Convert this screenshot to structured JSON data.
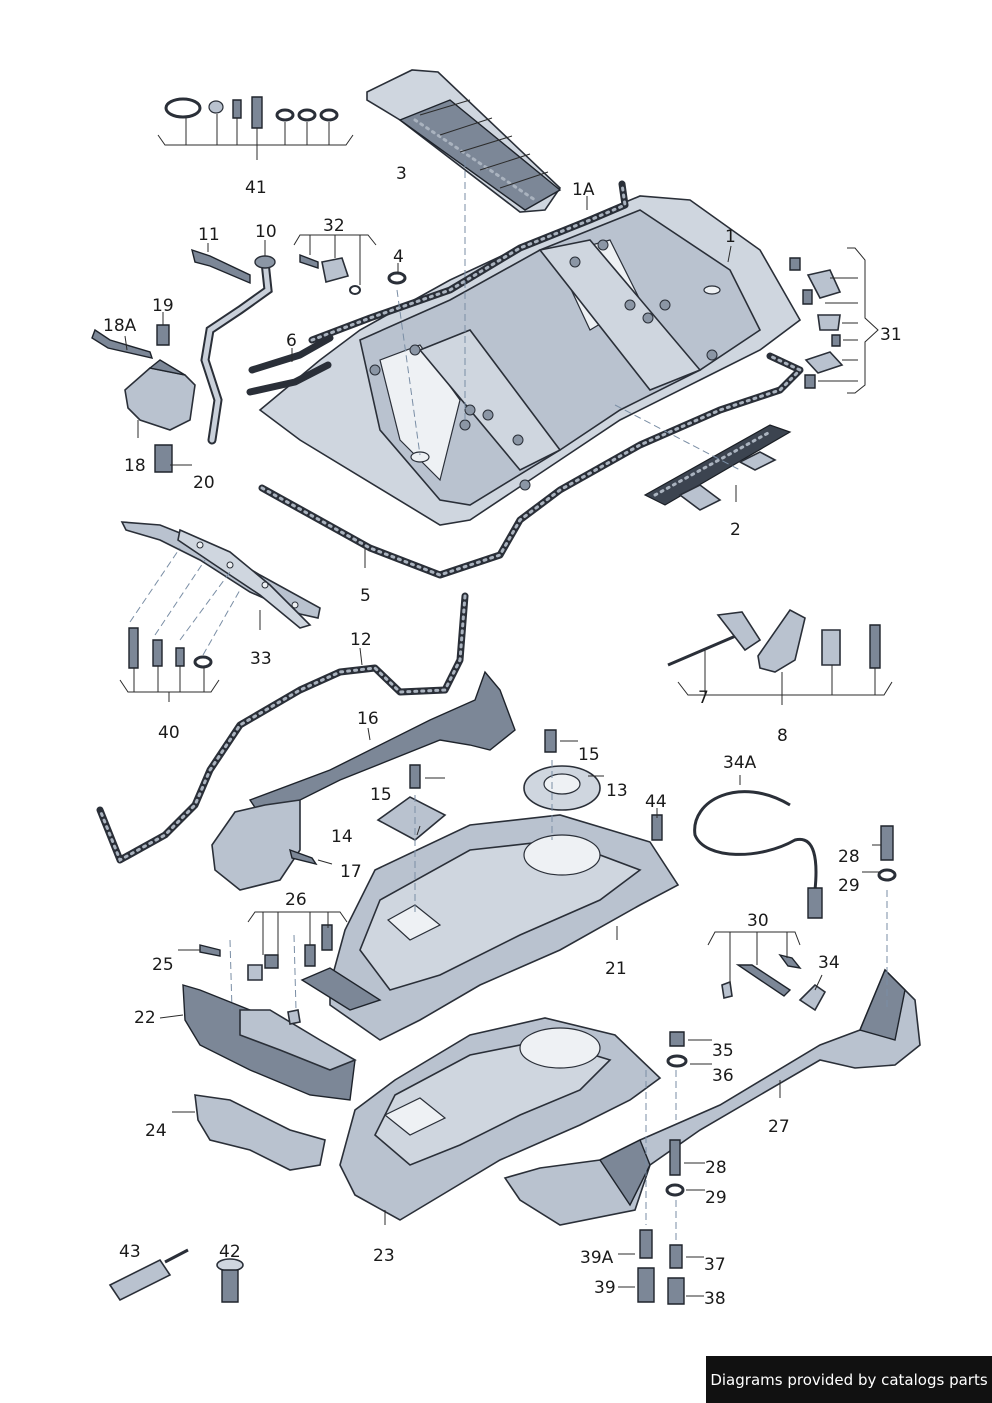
{
  "callouts": [
    {
      "id": "c41",
      "text": "41"
    },
    {
      "id": "c3",
      "text": "3"
    },
    {
      "id": "c1A",
      "text": "1A"
    },
    {
      "id": "c1",
      "text": "1"
    },
    {
      "id": "c11",
      "text": "11"
    },
    {
      "id": "c10",
      "text": "10"
    },
    {
      "id": "c32",
      "text": "32"
    },
    {
      "id": "c4",
      "text": "4"
    },
    {
      "id": "c19",
      "text": "19"
    },
    {
      "id": "c18A",
      "text": "18A"
    },
    {
      "id": "c6",
      "text": "6"
    },
    {
      "id": "c31",
      "text": "31"
    },
    {
      "id": "c18",
      "text": "18"
    },
    {
      "id": "c20",
      "text": "20"
    },
    {
      "id": "c2",
      "text": "2"
    },
    {
      "id": "c5",
      "text": "5"
    },
    {
      "id": "c33",
      "text": "33"
    },
    {
      "id": "c12",
      "text": "12"
    },
    {
      "id": "c40",
      "text": "40"
    },
    {
      "id": "c7",
      "text": "7"
    },
    {
      "id": "c8",
      "text": "8"
    },
    {
      "id": "c16",
      "text": "16"
    },
    {
      "id": "c15a",
      "text": "15"
    },
    {
      "id": "c13",
      "text": "13"
    },
    {
      "id": "c15b",
      "text": "15"
    },
    {
      "id": "c34A",
      "text": "34A"
    },
    {
      "id": "c44",
      "text": "44"
    },
    {
      "id": "c14",
      "text": "14"
    },
    {
      "id": "c17",
      "text": "17"
    },
    {
      "id": "c28a",
      "text": "28"
    },
    {
      "id": "c29a",
      "text": "29"
    },
    {
      "id": "c26",
      "text": "26"
    },
    {
      "id": "c21",
      "text": "21"
    },
    {
      "id": "c30",
      "text": "30"
    },
    {
      "id": "c25",
      "text": "25"
    },
    {
      "id": "c34",
      "text": "34"
    },
    {
      "id": "c22",
      "text": "22"
    },
    {
      "id": "c35",
      "text": "35"
    },
    {
      "id": "c36",
      "text": "36"
    },
    {
      "id": "c27",
      "text": "27"
    },
    {
      "id": "c24",
      "text": "24"
    },
    {
      "id": "c28b",
      "text": "28"
    },
    {
      "id": "c29b",
      "text": "29"
    },
    {
      "id": "c23",
      "text": "23"
    },
    {
      "id": "c43",
      "text": "43"
    },
    {
      "id": "c42",
      "text": "42"
    },
    {
      "id": "c39A",
      "text": "39A"
    },
    {
      "id": "c37",
      "text": "37"
    },
    {
      "id": "c39",
      "text": "39"
    },
    {
      "id": "c38",
      "text": "38"
    }
  ],
  "footer": {
    "text": "Diagrams provided by catalogs parts"
  }
}
